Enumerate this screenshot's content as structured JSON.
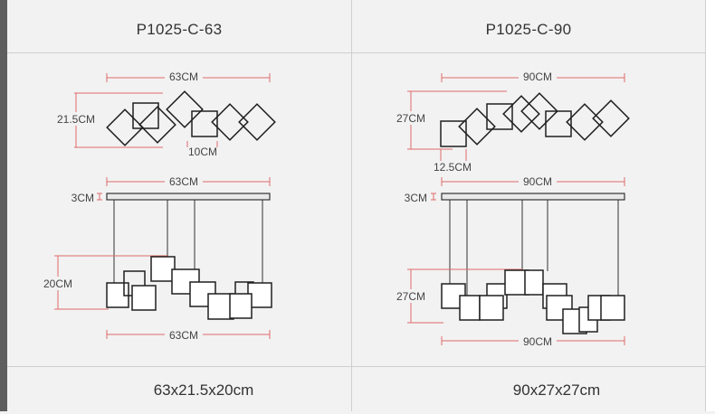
{
  "columns": [
    {
      "model": "P1025-C-63",
      "top_width": "63CM",
      "top_height": "21.5CM",
      "square_size": "10CM",
      "canopy_width": "63CM",
      "canopy_height": "3CM",
      "side_height": "20CM",
      "bottom_width": "63CM",
      "dimensions": "63x21.5x20cm"
    },
    {
      "model": "P1025-C-90",
      "top_width": "90CM",
      "top_height": "27CM",
      "square_size": "12.5CM",
      "canopy_width": "90CM",
      "canopy_height": "3CM",
      "side_height": "27CM",
      "bottom_width": "90CM",
      "dimensions": "90x27x27cm"
    }
  ],
  "colors": {
    "dimension_line": "#e06b6b",
    "frame": "#1f1f1f",
    "grid": "#cfcfcf",
    "background": "#f2f2f2"
  }
}
